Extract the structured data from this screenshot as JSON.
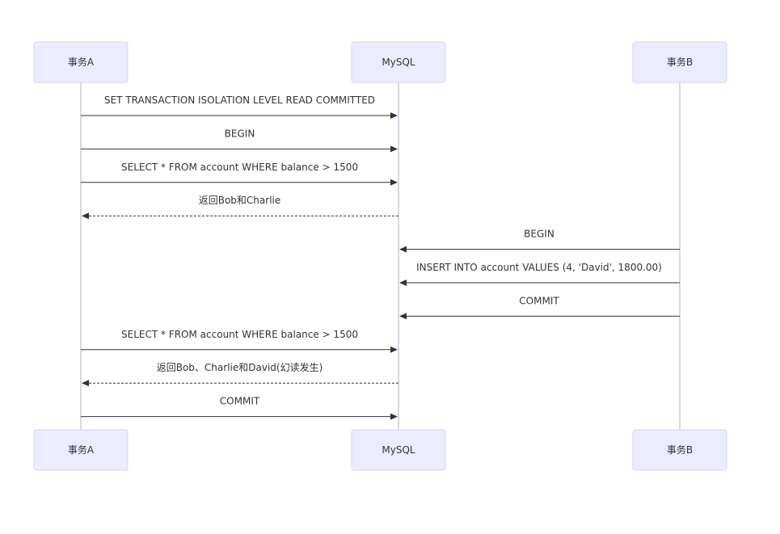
{
  "participants": [
    {
      "id": "A",
      "label": "事务A"
    },
    {
      "id": "M",
      "label": "MySQL"
    },
    {
      "id": "B",
      "label": "事务B"
    }
  ],
  "messages": [
    {
      "from": "A",
      "to": "M",
      "text": "SET TRANSACTION ISOLATION LEVEL READ COMMITTED",
      "style": "solid"
    },
    {
      "from": "A",
      "to": "M",
      "text": "BEGIN",
      "style": "solid"
    },
    {
      "from": "A",
      "to": "M",
      "text": "SELECT * FROM account WHERE balance > 1500",
      "style": "solid"
    },
    {
      "from": "M",
      "to": "A",
      "text": "返回Bob和Charlie",
      "style": "dotted"
    },
    {
      "from": "B",
      "to": "M",
      "text": "BEGIN",
      "style": "solid"
    },
    {
      "from": "B",
      "to": "M",
      "text": "INSERT INTO account VALUES (4, 'David', 1800.00)",
      "style": "solid"
    },
    {
      "from": "B",
      "to": "M",
      "text": "COMMIT",
      "style": "solid"
    },
    {
      "from": "A",
      "to": "M",
      "text": "SELECT * FROM account WHERE balance > 1500",
      "style": "solid"
    },
    {
      "from": "M",
      "to": "A",
      "text": "返回Bob、Charlie和David(幻读发生)",
      "style": "dotted"
    },
    {
      "from": "A",
      "to": "M",
      "text": "COMMIT",
      "style": "solid"
    }
  ],
  "colors": {
    "actor_fill": "#ECECFF",
    "actor_border": "#d4d4f0",
    "lifeline": "#ccccdd",
    "line": "#333333"
  }
}
